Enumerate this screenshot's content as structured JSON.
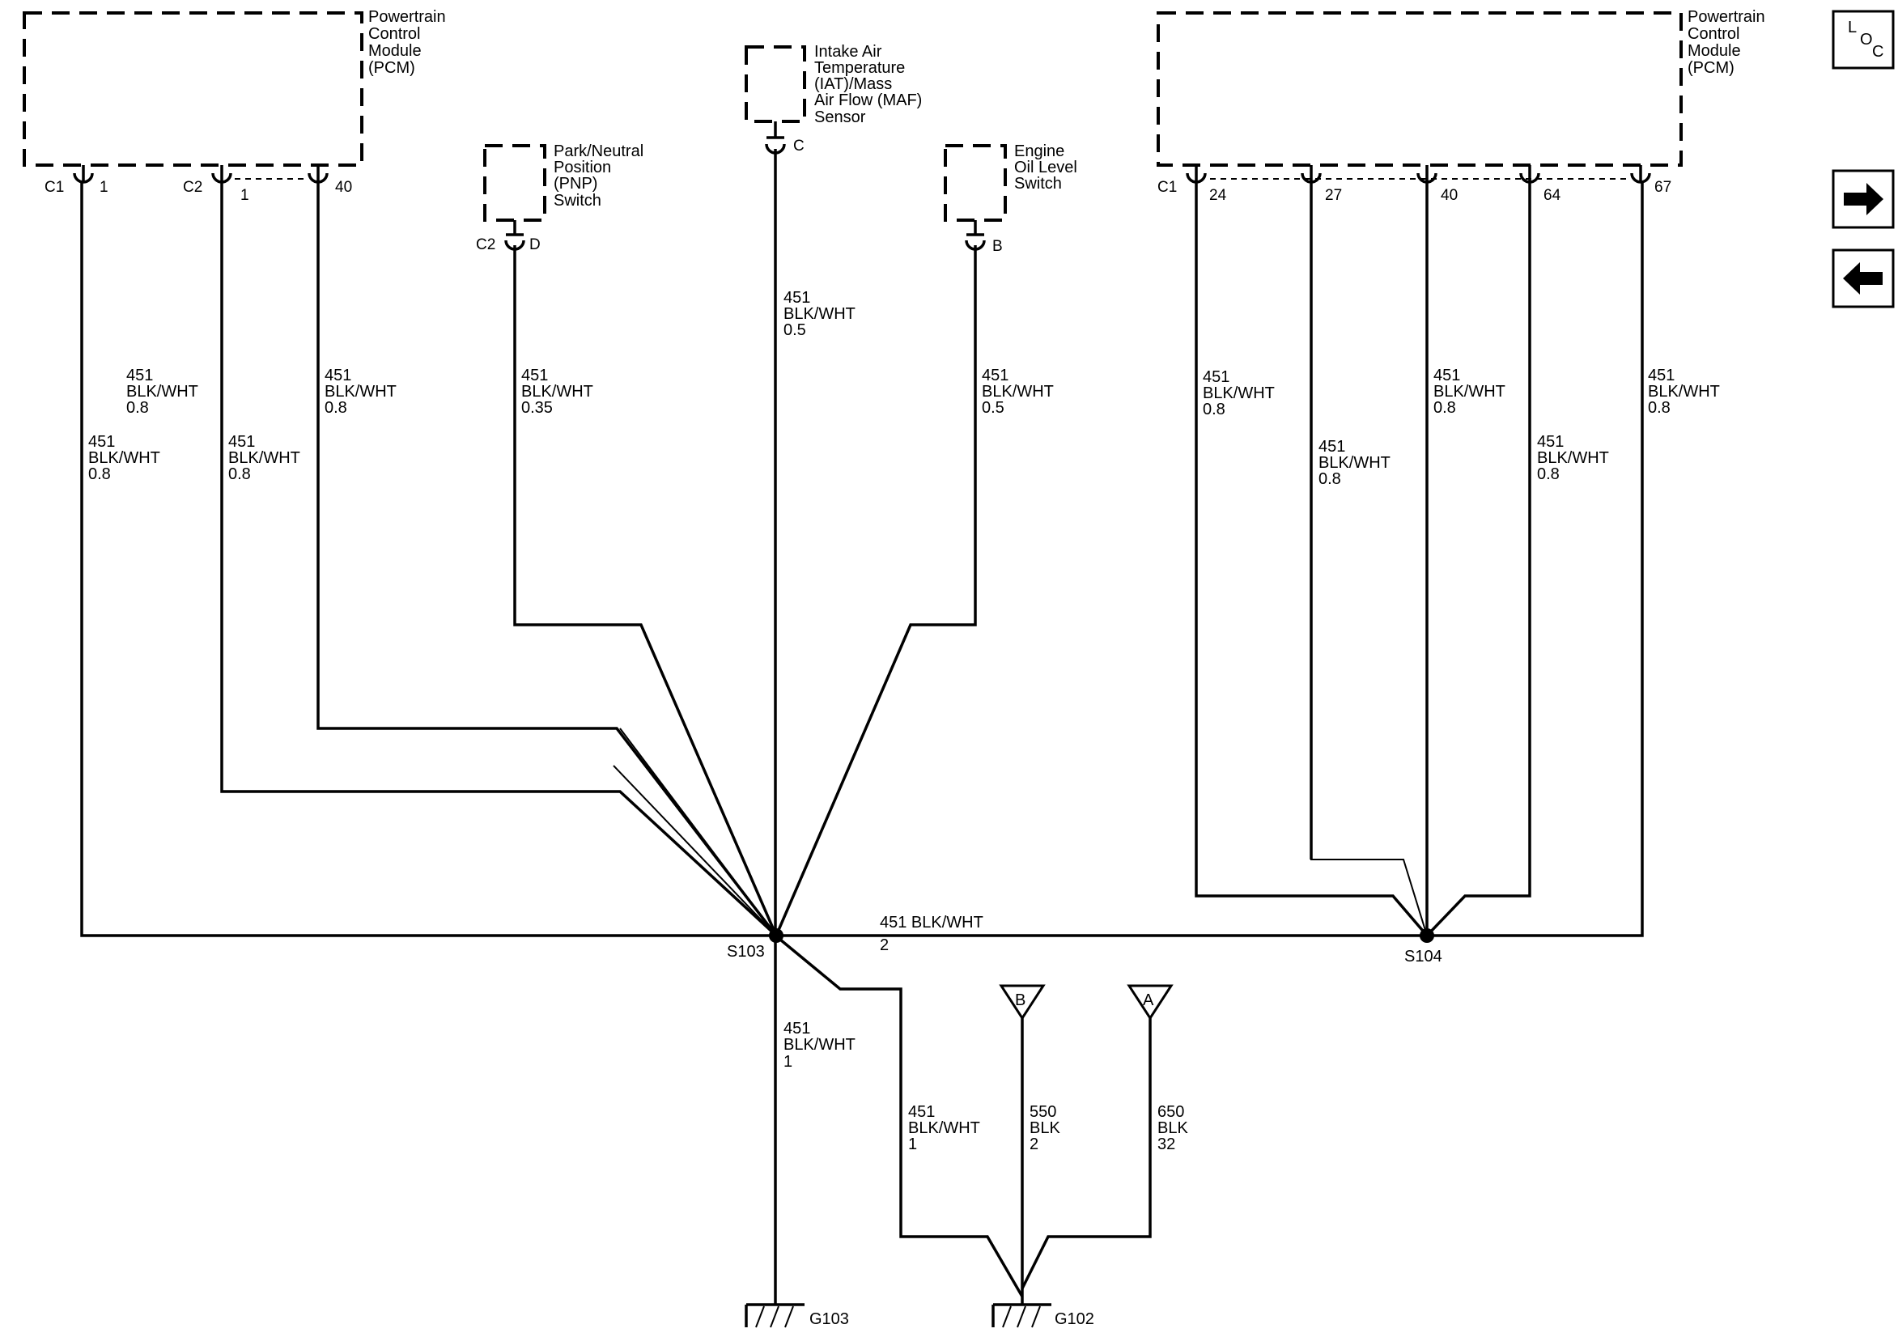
{
  "components": {
    "pcm_left": [
      "Powertrain",
      "Control",
      "Module",
      "(PCM)"
    ],
    "pcm_right": [
      "Powertrain",
      "Control",
      "Module",
      "(PCM)"
    ],
    "iat_maf": [
      "Intake Air",
      "Temperature",
      "(IAT)/Mass",
      "Air Flow (MAF)",
      "Sensor"
    ],
    "pnp": [
      "Park/Neutral",
      "Position",
      "(PNP)",
      "Switch"
    ],
    "oil": [
      "Engine",
      "Oil Level",
      "Switch"
    ]
  },
  "connectors": {
    "left_c1": "C1",
    "left_c2": "C2",
    "pnp_c2": "C2",
    "right_c1": "C1"
  },
  "pins": {
    "left_c1_1": "1",
    "left_c2_1": "1",
    "left_c2_40": "40",
    "iat_c": "C",
    "pnp_d": "D",
    "oil_b": "B",
    "right_24": "24",
    "right_27": "27",
    "right_40": "40",
    "right_64": "64",
    "right_67": "67"
  },
  "wires": {
    "pcm_l_c1_1": [
      "451",
      "BLK/WHT",
      "0.8"
    ],
    "pcm_l_c2_1_upper": [
      "451",
      "BLK/WHT",
      "0.8"
    ],
    "pcm_l_c2_1_lower": [
      "451",
      "BLK/WHT",
      "0.8"
    ],
    "pcm_l_c2_40": [
      "451",
      "BLK/WHT",
      "0.8"
    ],
    "pnp": [
      "451",
      "BLK/WHT",
      "0.35"
    ],
    "iat": [
      "451",
      "BLK/WHT",
      "0.5"
    ],
    "oil": [
      "451",
      "BLK/WHT",
      "0.5"
    ],
    "r24": [
      "451",
      "BLK/WHT",
      "0.8"
    ],
    "r27": [
      "451",
      "BLK/WHT",
      "0.8"
    ],
    "r40": [
      "451",
      "BLK/WHT",
      "0.8"
    ],
    "r64": [
      "451",
      "BLK/WHT",
      "0.8"
    ],
    "r67": [
      "451",
      "BLK/WHT",
      "0.8"
    ],
    "bus": [
      "451 BLK/WHT",
      "2"
    ],
    "g103": [
      "451",
      "BLK/WHT",
      "1"
    ],
    "g102_451": [
      "451",
      "BLK/WHT",
      "1"
    ],
    "g102_550": [
      "550",
      "BLK",
      "2"
    ],
    "g102_650": [
      "650",
      "BLK",
      "32"
    ]
  },
  "splices": {
    "s103": "S103",
    "s104": "S104"
  },
  "grounds": {
    "g103": "G103",
    "g102": "G102"
  },
  "refs": {
    "b": "B",
    "a": "A"
  },
  "nav": {
    "loc": [
      "L",
      "O",
      "C"
    ],
    "next": "next-arrow-icon",
    "prev": "prev-arrow-icon"
  }
}
